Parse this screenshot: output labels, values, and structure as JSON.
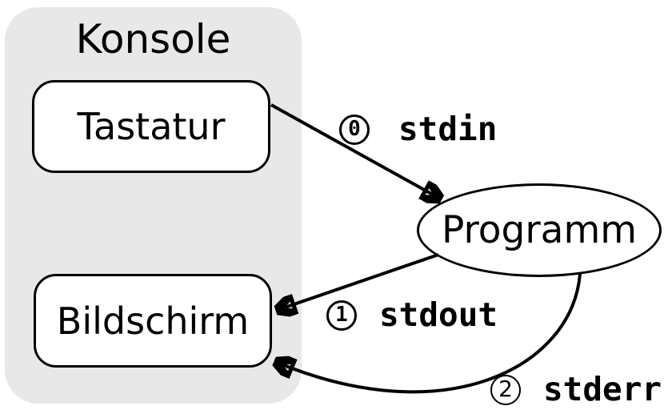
{
  "diagram": {
    "title": "Standard streams diagram (German)",
    "colors": {
      "background": "#ffffff",
      "console_fill": "#e8e8e8",
      "node_fill": "#ffffff",
      "stroke": "#000000",
      "text": "#000000"
    },
    "nodes": {
      "konsole": {
        "label": "Konsole"
      },
      "tastatur": {
        "label": "Tastatur"
      },
      "bildschirm": {
        "label": "Bildschirm"
      },
      "programm": {
        "label": "Programm"
      }
    },
    "edges": {
      "stdin": {
        "number": "0",
        "label": "stdin",
        "from": "Tastatur",
        "to": "Programm"
      },
      "stdout": {
        "number": "1",
        "label": "stdout",
        "from": "Programm",
        "to": "Bildschirm"
      },
      "stderr": {
        "number": "2",
        "label": "stderr",
        "from": "Programm",
        "to": "Bildschirm"
      }
    }
  }
}
